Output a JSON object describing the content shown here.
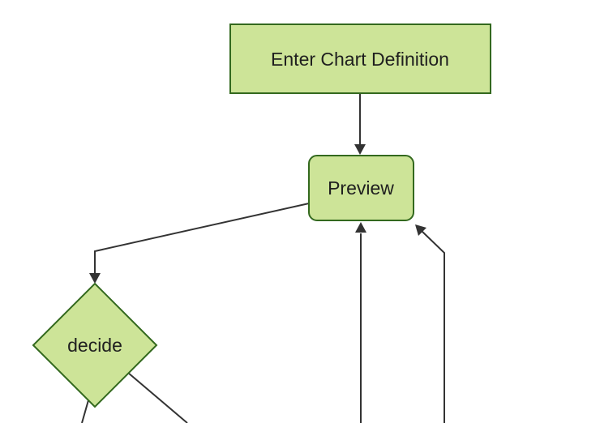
{
  "diagram": {
    "kind": "flowchart",
    "nodes": [
      {
        "id": "enter-chart-definition",
        "label": "Enter Chart Definition",
        "shape": "rectangle"
      },
      {
        "id": "preview",
        "label": "Preview",
        "shape": "rounded-rectangle"
      },
      {
        "id": "decide",
        "label": "decide",
        "shape": "diamond"
      }
    ],
    "edges": [
      {
        "from": "enter-chart-definition",
        "to": "preview",
        "arrowhead": true
      },
      {
        "from": "preview",
        "to": "decide",
        "arrowhead": true
      },
      {
        "from": "offscreen-bottom",
        "to": "preview",
        "arrowhead": true
      },
      {
        "from": "offscreen-bottom-right",
        "to": "preview",
        "arrowhead": true
      },
      {
        "from": "decide",
        "to": "offscreen-bottom-left",
        "arrowhead": false
      },
      {
        "from": "decide",
        "to": "offscreen-bottom-right",
        "arrowhead": false
      }
    ]
  },
  "colors": {
    "background": "#ffffff",
    "node_fill": "#cde498",
    "node_border": "#33691e",
    "edge": "#333333",
    "text": "#1f1f1f"
  }
}
